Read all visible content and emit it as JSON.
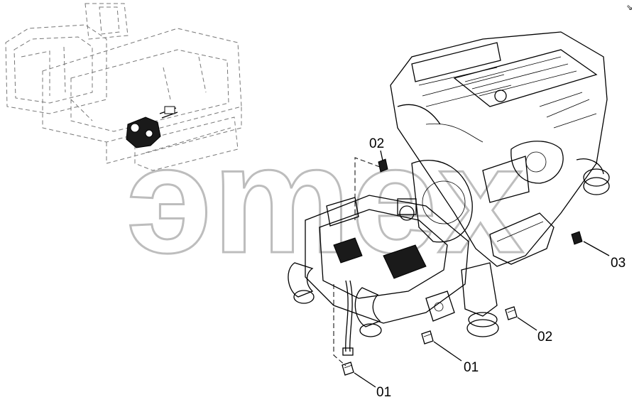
{
  "callouts": [
    {
      "id": "c1",
      "label": "02"
    },
    {
      "id": "c2",
      "label": "03"
    },
    {
      "id": "c3",
      "label": "02"
    },
    {
      "id": "c4",
      "label": "01"
    },
    {
      "id": "c5",
      "label": "01"
    }
  ],
  "watermark": {
    "text": "эmex"
  },
  "corner_mark": {
    "text": "⇘"
  }
}
